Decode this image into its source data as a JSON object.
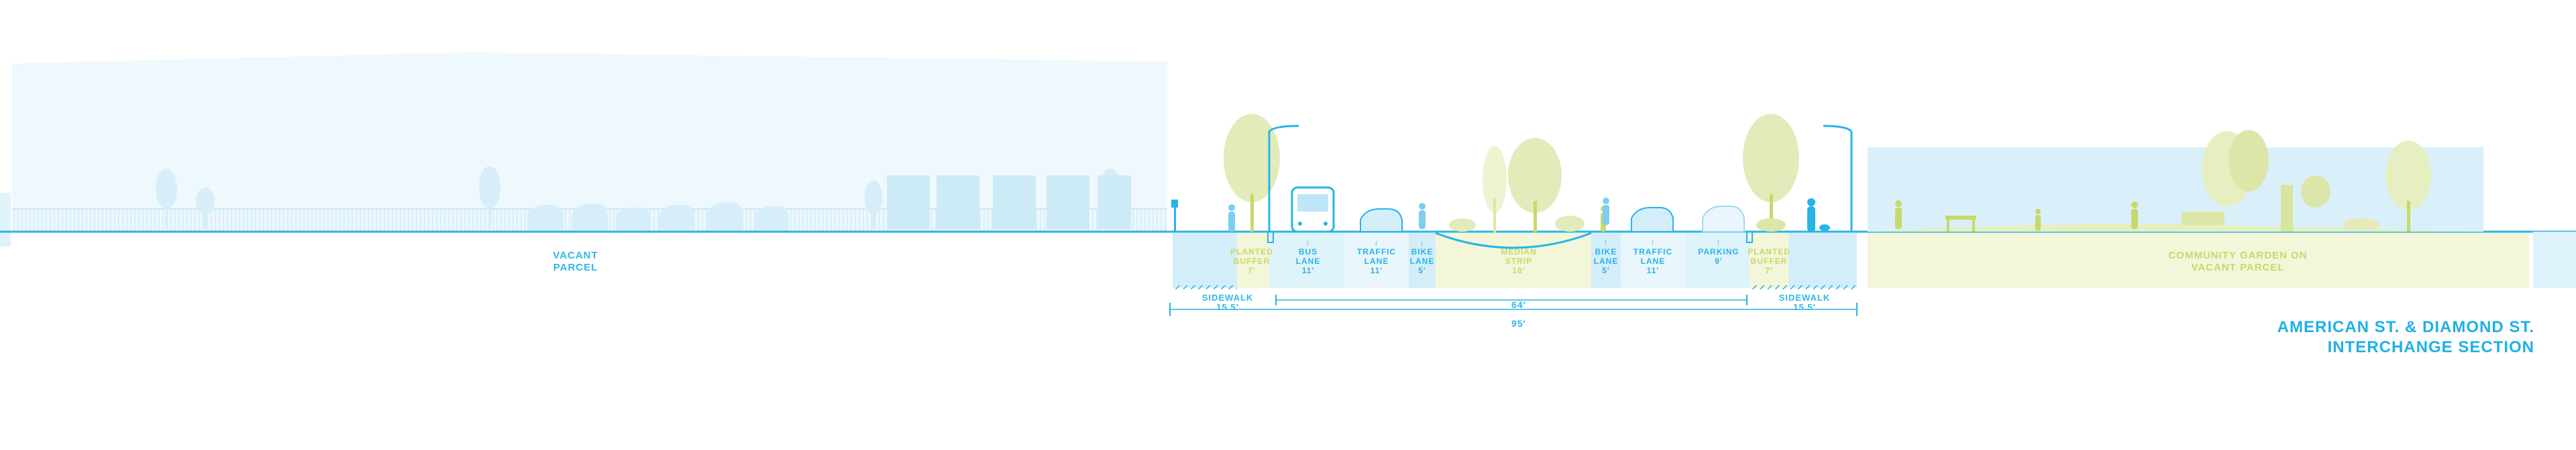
{
  "title": {
    "line1": "AMERICAN ST. & DIAMOND ST.",
    "line2": "INTERCHANGE SECTION"
  },
  "left_parcel": {
    "line1": "VACANT",
    "line2": "PARCEL"
  },
  "right_parcel": {
    "line1": "COMMUNITY GARDEN ON",
    "line2": "VACANT PARCEL"
  },
  "zones": [
    {
      "id": "sidewalk-left",
      "lines": [],
      "color": "blue"
    },
    {
      "id": "planted-buffer-left",
      "lines": [
        "PLANTED",
        "BUFFER",
        "7'"
      ],
      "color": "green"
    },
    {
      "id": "bus-lane",
      "arrow": "↓",
      "lines": [
        "BUS",
        "LANE",
        "11'"
      ],
      "color": "blue"
    },
    {
      "id": "traffic-lane-left",
      "arrow": "↓",
      "lines": [
        "TRAFFIC",
        "LANE",
        "11'"
      ],
      "color": "blue"
    },
    {
      "id": "bike-lane-left",
      "arrow": "↓",
      "lines": [
        "BIKE",
        "LANE",
        "5'"
      ],
      "color": "blue"
    },
    {
      "id": "median-strip",
      "lines": [
        "MEDIAN",
        "STRIP",
        "18'"
      ],
      "color": "green"
    },
    {
      "id": "bike-lane-right",
      "arrow": "↑",
      "lines": [
        "BIKE",
        "LANE",
        "5'"
      ],
      "color": "blue"
    },
    {
      "id": "traffic-lane-right",
      "arrow": "↑",
      "lines": [
        "TRAFFIC",
        "LANE",
        "11'"
      ],
      "color": "blue"
    },
    {
      "id": "parking-lane",
      "arrow": "↑",
      "lines": [
        "PARKING",
        "9'"
      ],
      "color": "blue"
    },
    {
      "id": "planted-buffer-right",
      "lines": [
        "PLANTED",
        "BUFFER",
        "7'"
      ],
      "color": "green"
    },
    {
      "id": "sidewalk-right",
      "lines": [],
      "color": "blue"
    }
  ],
  "dimensions": {
    "sidewalk_left": {
      "label": "SIDEWALK",
      "value": "15.5'"
    },
    "sidewalk_right": {
      "label": "SIDEWALK",
      "value": "15.5'"
    },
    "street": {
      "value": "64'"
    },
    "total": {
      "value": "95'"
    }
  },
  "colors": {
    "blue": "#27b4e6",
    "light_blue": "#dff3fb",
    "pale_blue": "#eef8fd",
    "green": "#c6d96a",
    "pale_green": "#f3f6d9",
    "tree_green": "#dbe6a8"
  }
}
